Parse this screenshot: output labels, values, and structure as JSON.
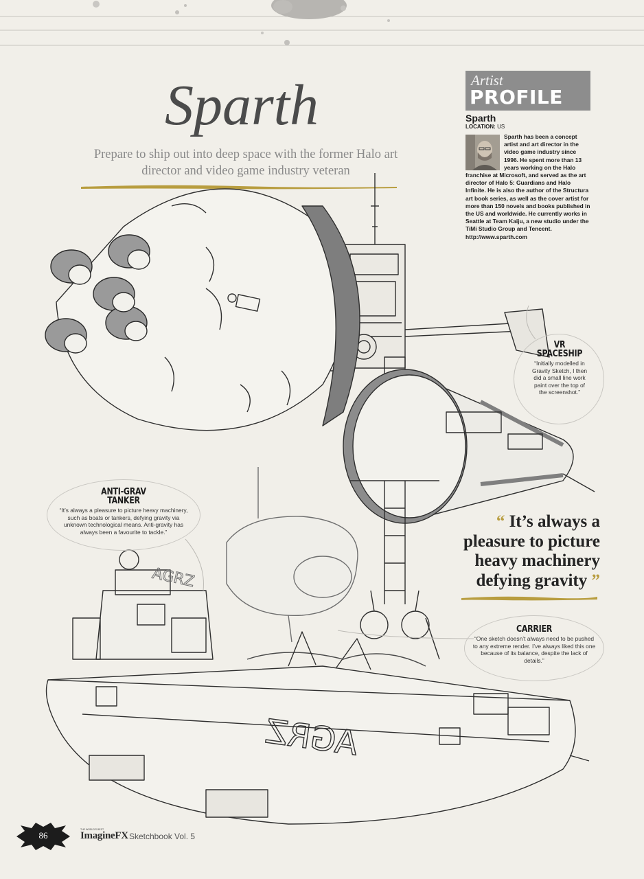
{
  "article": {
    "title": "Sparth",
    "subtitle": "Prepare to ship out into deep space with the former Halo art director and video game industry veteran"
  },
  "profile": {
    "label_artist": "Artist",
    "label_profile": "PROFILE",
    "name": "Sparth",
    "location_label": "LOCATION:",
    "location_value": "US",
    "bio": "Sparth has been a concept artist and art director in the video game industry since 1996. He spent more than 13 years working on the Halo franchise at Microsoft, and served as the art director of Halo 5: Guardians and Halo Infinite. He is also the author of the Structura art book series, as well as the cover artist for more than 150 novels and books published in the US and worldwide. He currently works in Seattle at Team Kaiju, a new studio under the TiMi Studio Group and Tencent.",
    "url": "http://www.sparth.com"
  },
  "callouts": {
    "vr": {
      "heading_1": "VR",
      "heading_2": "SPACESHIP",
      "body": "“Initially modelled in Gravity Sketch, I then did a small line work paint over the top of the screenshot.”"
    },
    "antigrav": {
      "heading_1": "ANTI-GRAV",
      "heading_2": "TANKER",
      "body": "“It’s always a pleasure to picture heavy machinery, such as boats or tankers, defying gravity via unknown technological means. Anti-gravity has always been a favourite to tackle.”"
    },
    "carrier": {
      "heading_1": "CARRIER",
      "body": "“One sketch doesn’t always need to be pushed to any extreme render. I’ve always liked this one because of its balance, despite the lack of details.”"
    }
  },
  "pull_quote": {
    "open_mark": "“",
    "text": "It’s always a pleasure to picture heavy machinery defying gravity",
    "close_mark": "”"
  },
  "artwork": {
    "tanker_hull_text": "AGRZ",
    "tanker_hull_text_mirrored": "AGRZ"
  },
  "footer": {
    "page_number": "86",
    "brand": "ImagineFX",
    "brand_tagline": "THE WORLD'S BEST",
    "issue": "Sketchbook Vol. 5"
  },
  "colors": {
    "paper": "#f1efe9",
    "accent_gold": "#b89d3f",
    "profile_header": "#8d8d8d",
    "ink": "#2b2b2b"
  }
}
